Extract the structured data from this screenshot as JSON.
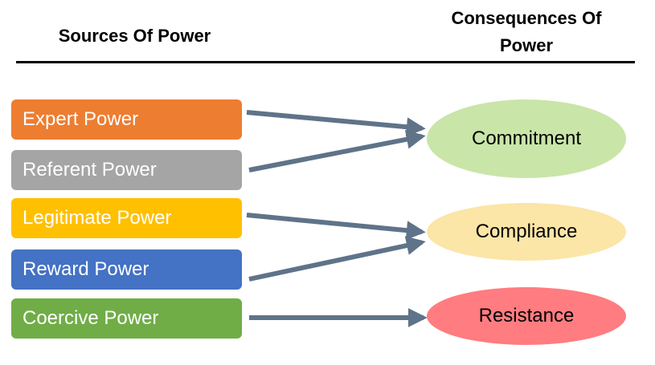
{
  "headers": {
    "sources": "Sources Of Power",
    "consequences_line1": "Consequences Of",
    "consequences_line2": "Power"
  },
  "sources": [
    {
      "label": "Expert Power",
      "color": "#ED7D31"
    },
    {
      "label": "Referent Power",
      "color": "#A5A5A5"
    },
    {
      "label": "Legitimate Power",
      "color": "#FFC000"
    },
    {
      "label": "Reward Power",
      "color": "#4472C4"
    },
    {
      "label": "Coercive Power",
      "color": "#70AD47"
    }
  ],
  "consequences": [
    {
      "label": "Commitment",
      "color": "#C9E5A8"
    },
    {
      "label": "Compliance",
      "color": "#FBE5A7"
    },
    {
      "label": "Resistance",
      "color": "#FF7C80"
    }
  ],
  "arrow_color": "#5F7389"
}
